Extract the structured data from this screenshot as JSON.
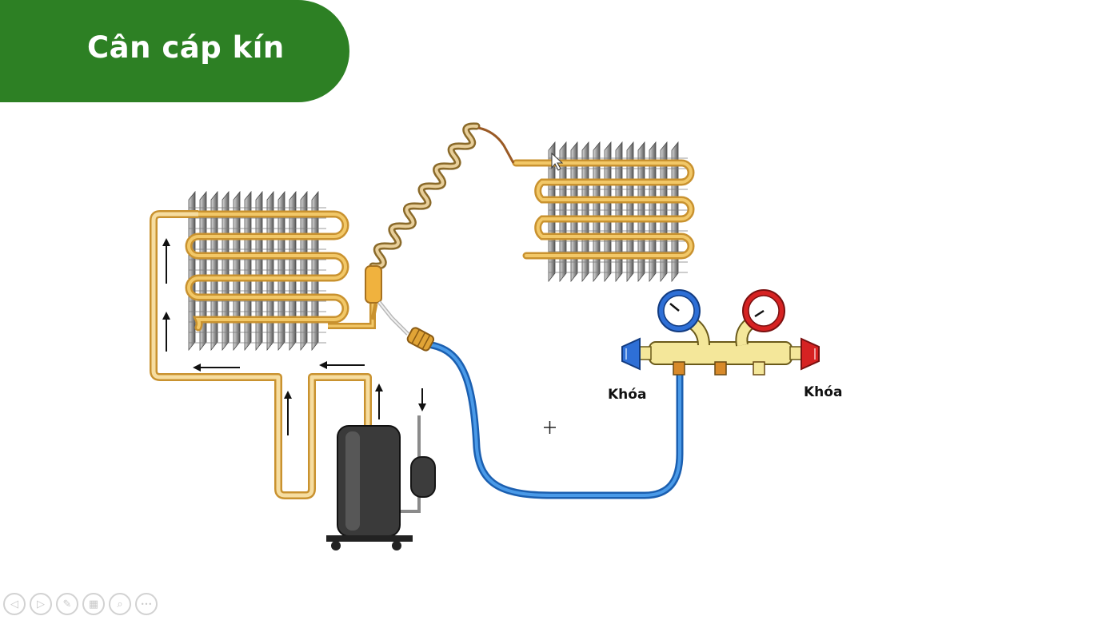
{
  "slide": {
    "title": "Cân cáp kín"
  },
  "diagram": {
    "left_valve_label": "Khóa",
    "right_valve_label": "Khóa"
  },
  "colors": {
    "banner": "#2d8024",
    "tube": "#e9b24a",
    "hose": "#2f7ed8",
    "low_pressure": "#2e6fd6",
    "high_pressure": "#d62222",
    "compressor": "#3a3a3a"
  },
  "controls": [
    {
      "icon": "previous-icon",
      "glyph": "◁"
    },
    {
      "icon": "next-icon",
      "glyph": "▷"
    },
    {
      "icon": "pen-icon",
      "glyph": "✎"
    },
    {
      "icon": "slides-icon",
      "glyph": "▦"
    },
    {
      "icon": "zoom-icon",
      "glyph": "⌕"
    },
    {
      "icon": "more-icon",
      "glyph": "•••"
    }
  ]
}
